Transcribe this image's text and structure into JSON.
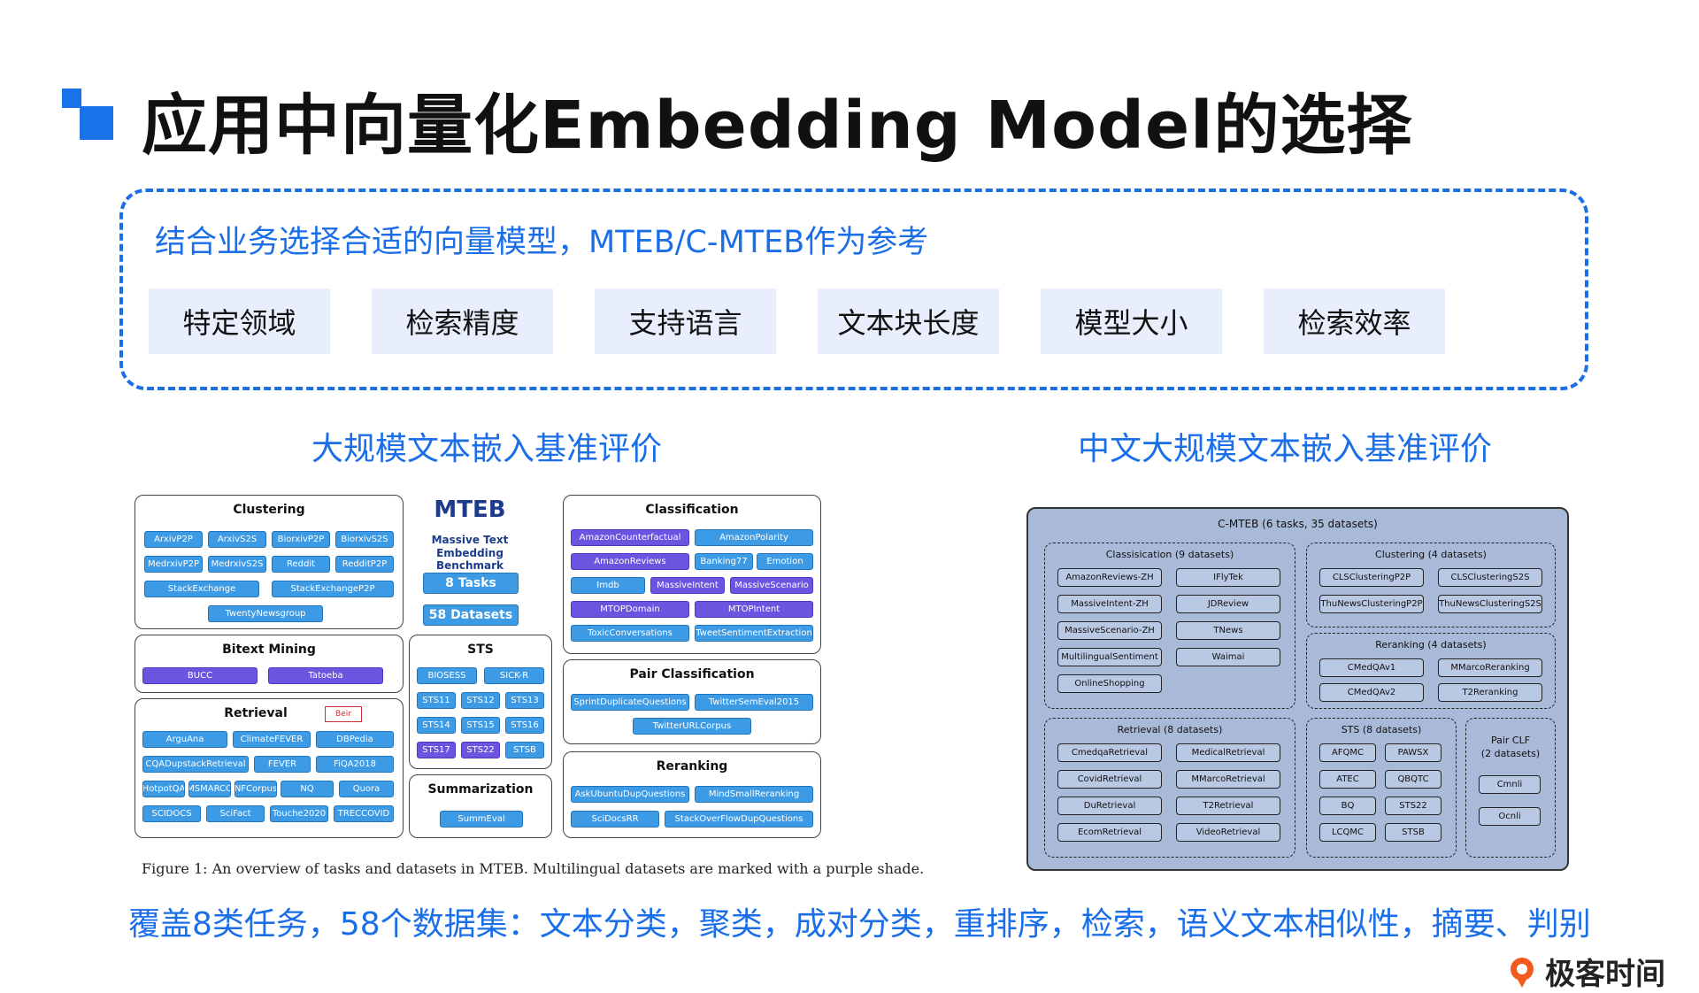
{
  "title": "应用中向量化Embedding Model的选择",
  "guide": {
    "text": "结合业务选择合适的向量模型，MTEB/C-MTEB作为参考",
    "chips": [
      "特定领域",
      "检索精度",
      "支持语言",
      "文本块长度",
      "模型大小",
      "检索效率"
    ]
  },
  "left_title": "大规模文本嵌入基准评价",
  "right_title": "中文大规模文本嵌入基准评价",
  "mteb": {
    "logo": "MTEB",
    "subtitle1": "Massive Text",
    "subtitle2": "Embedding Benchmark",
    "tasks": "8 Tasks",
    "datasets": "58 Datasets",
    "clustering": {
      "title": "Clustering",
      "items": [
        "ArxivP2P",
        "ArxivS2S",
        "BiorxivP2P",
        "BiorxivS2S",
        "MedrxivP2P",
        "MedrxivS2S",
        "Reddit",
        "RedditP2P",
        "StackExchange",
        "StackExchangeP2P",
        "TwentyNewsgroup"
      ]
    },
    "bitext": {
      "title": "Bitext Mining",
      "items": [
        "BUCC",
        "Tatoeba"
      ]
    },
    "retrieval": {
      "title": "Retrieval",
      "beir": "Beir",
      "items": [
        "ArguAna",
        "ClimateFEVER",
        "DBPedia",
        "CQADupstackRetrieval",
        "FEVER",
        "FiQA2018",
        "HotpotQA",
        "MSMARCO",
        "NFCorpus",
        "NQ",
        "Quora",
        "SCIDOCS",
        "SciFact",
        "Touche2020",
        "TRECCOVID"
      ]
    },
    "sts": {
      "title": "STS",
      "items": [
        "BIOSESS",
        "SICK-R",
        "STS11",
        "STS12",
        "STS13",
        "STS14",
        "STS15",
        "STS16",
        "STS17",
        "STS22",
        "STSB"
      ]
    },
    "summarization": {
      "title": "Summarization",
      "items": [
        "SummEval"
      ]
    },
    "classification": {
      "title": "Classification",
      "items": [
        "AmazonCounterfactual",
        "AmazonPolarity",
        "AmazonReviews",
        "Banking77",
        "Emotion",
        "Imdb",
        "MassiveIntent",
        "MassiveScenario",
        "MTOPDomain",
        "MTOPIntent",
        "ToxicConversations",
        "TweetSentimentExtraction"
      ]
    },
    "pair": {
      "title": "Pair Classification",
      "items": [
        "SprintDuplicateQuestions",
        "TwitterSemEval2015",
        "TwitterURLCorpus"
      ]
    },
    "reranking": {
      "title": "Reranking",
      "items": [
        "AskUbuntuDupQuestions",
        "MindSmallReranking",
        "SciDocsRR",
        "StackOverFlowDupQuestions"
      ]
    },
    "caption": "Figure 1: An overview of tasks and datasets in MTEB. Multilingual datasets are marked with a purple shade."
  },
  "cmteb": {
    "title": "C-MTEB (6 tasks, 35 datasets)",
    "classification": {
      "title": "Classisication (9 datasets)",
      "items": [
        "AmazonReviews-ZH",
        "IFlyTek",
        "MassiveIntent-ZH",
        "JDReview",
        "MassiveScenario-ZH",
        "TNews",
        "MultilingualSentiment",
        "Waimai",
        "OnlineShopping"
      ]
    },
    "clustering": {
      "title": "Clustering (4 datasets)",
      "items": [
        "CLSClusteringP2P",
        "CLSClusteringS2S",
        "ThuNewsClusteringP2P",
        "ThuNewsClusteringS2S"
      ]
    },
    "reranking": {
      "title": "Reranking (4 datasets)",
      "items": [
        "CMedQAv1",
        "MMarcoReranking",
        "CMedQAv2",
        "T2Reranking"
      ]
    },
    "retrieval": {
      "title": "Retrieval (8 datasets)",
      "items": [
        "CmedqaRetrieval",
        "MedicalRetrieval",
        "CovidRetrieval",
        "MMarcoRetrieval",
        "DuRetrieval",
        "T2Retrieval",
        "EcomRetrieval",
        "VideoRetrieval"
      ]
    },
    "sts": {
      "title": "STS (8 datasets)",
      "items": [
        "AFQMC",
        "PAWSX",
        "ATEC",
        "QBQTC",
        "BQ",
        "STS22",
        "LCQMC",
        "STSB"
      ]
    },
    "pair": {
      "title1": "Pair CLF",
      "title2": "(2 datasets)",
      "items": [
        "Cmnli",
        "Ocnli"
      ]
    }
  },
  "bottom_text": "覆盖8类任务，58个数据集：文本分类，聚类，成对分类，重排序，检索，语义文本相似性，摘要、判别",
  "brand": "极客时间",
  "colors": {
    "accent": "#1a6ee8",
    "chip_bg": "#e8eefb",
    "tag_blue": "#3d9be6",
    "tag_purple": "#6c54e0",
    "cmteb_bg": "#a9b9d8",
    "brand_orange": "#f25a1d"
  }
}
